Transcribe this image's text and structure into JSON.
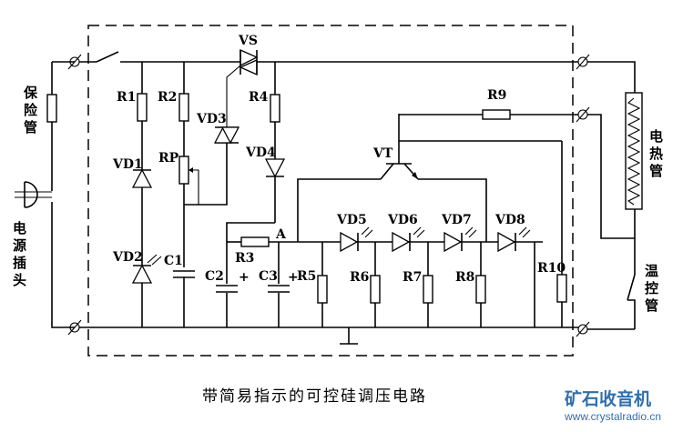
{
  "diagram": {
    "title": "带简易指示的可控硅调压电路",
    "watermark": {
      "name": "矿石收音机",
      "url": "www.crystalradio.cn",
      "color": "#2f6fb0"
    },
    "external_labels": {
      "fuse": [
        "保",
        "险",
        "管"
      ],
      "plug": [
        "电",
        "源",
        "插",
        "头"
      ],
      "heater": [
        "电",
        "热",
        "管"
      ],
      "thermostat": [
        "温",
        "控",
        "管"
      ]
    },
    "components": {
      "thyristor": "VS",
      "transistor": "VT",
      "node_a": "A",
      "resistors": [
        "R1",
        "R2",
        "R3",
        "R4",
        "R5",
        "R6",
        "R7",
        "R8",
        "R9",
        "R10"
      ],
      "potentiometer": "RP",
      "diodes": [
        "VD1",
        "VD2",
        "VD3",
        "VD4"
      ],
      "leds": [
        "VD5",
        "VD6",
        "VD7",
        "VD8"
      ],
      "capacitors": [
        "C1",
        "C2",
        "C3"
      ],
      "polarity_mark": "+"
    }
  }
}
